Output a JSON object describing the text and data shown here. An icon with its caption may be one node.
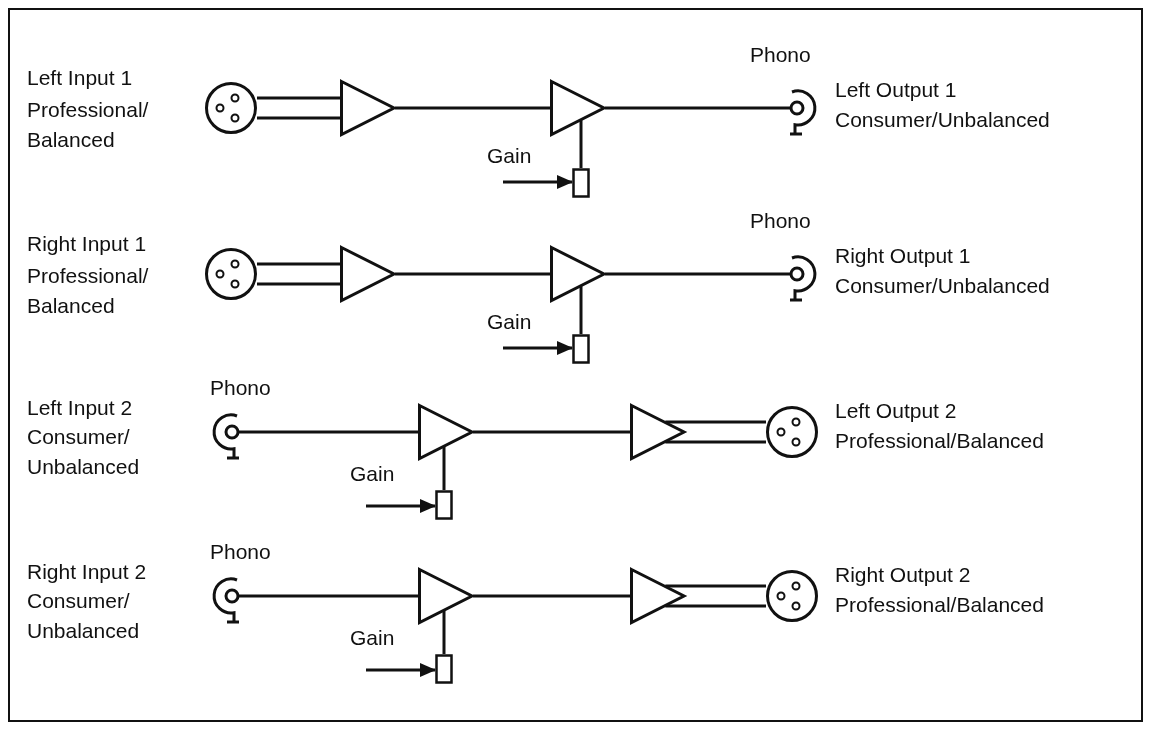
{
  "diagram": {
    "nodes": [
      {
        "text": [],
        "shape": "circle",
        "beside": [
          "Left Input 1",
          "Professional/ Balanced"
        ]
      },
      {
        "text": [],
        "shape": "triangle"
      },
      {
        "text": [],
        "shape": "triangle"
      },
      {
        "text": [],
        "shape": "box"
      },
      {
        "text": [],
        "shape": "jack",
        "beside": [
          "Phono",
          "Left Output 1",
          "Consumer/Unbalanced"
        ]
      },
      {
        "text": [],
        "shape": "circle",
        "beside": [
          "Right Input 1",
          "Professional/ Balanced"
        ]
      },
      {
        "text": [],
        "shape": "triangle"
      },
      {
        "text": [],
        "shape": "triangle"
      },
      {
        "text": [],
        "shape": "box"
      },
      {
        "text": [],
        "shape": "jack",
        "beside": [
          "Phono",
          "Right Output 1",
          "Consumer/Unbalanced"
        ]
      },
      {
        "text": [],
        "shape": "jack",
        "beside": [
          "Phono",
          "Left Input 2",
          "Consumer/ Unbalanced"
        ]
      },
      {
        "text": [],
        "shape": "triangle"
      },
      {
        "text": [],
        "shape": "box"
      },
      {
        "text": [],
        "shape": "triangle"
      },
      {
        "text": [],
        "shape": "circle",
        "beside": [
          "Left Output 2",
          "Professional/Balanced"
        ]
      },
      {
        "text": [],
        "shape": "jack",
        "beside": [
          "Phono",
          "Right Input 2",
          "Consumer/ Unbalanced"
        ]
      },
      {
        "text": [],
        "shape": "triangle"
      },
      {
        "text": [],
        "shape": "box"
      },
      {
        "text": [],
        "shape": "triangle"
      },
      {
        "text": [],
        "shape": "circle",
        "beside": [
          "Right Output 2",
          "Professional/Balanced"
        ]
      }
    ],
    "edges": [
      {
        "from": 0,
        "to": 1,
        "arrow": "none"
      },
      {
        "from": 1,
        "to": 2,
        "arrow": "none"
      },
      {
        "from": 2,
        "to": 4,
        "arrow": "none"
      },
      {
        "from": 3,
        "to": 2,
        "arrow": "none"
      },
      {
        "from": null,
        "to": 3,
        "arrow": "to"
      },
      {
        "from": 5,
        "to": 6,
        "arrow": "none"
      },
      {
        "from": 6,
        "to": 7,
        "arrow": "none"
      },
      {
        "from": 7,
        "to": 9,
        "arrow": "none"
      },
      {
        "from": 8,
        "to": 7,
        "arrow": "none"
      },
      {
        "from": null,
        "to": 8,
        "arrow": "to"
      },
      {
        "from": 10,
        "to": 11,
        "arrow": "none"
      },
      {
        "from": 12,
        "to": 11,
        "arrow": "none"
      },
      {
        "from": null,
        "to": 12,
        "arrow": "to"
      },
      {
        "from": 11,
        "to": 13,
        "arrow": "none"
      },
      {
        "from": 13,
        "to": 14,
        "arrow": "none"
      },
      {
        "from": 15,
        "to": 16,
        "arrow": "none"
      },
      {
        "from": 17,
        "to": 16,
        "arrow": "none"
      },
      {
        "from": null,
        "to": 17,
        "arrow": "to"
      },
      {
        "from": 16,
        "to": 18,
        "arrow": "none"
      },
      {
        "from": 18,
        "to": 19,
        "arrow": "none"
      }
    ],
    "labels": [
      "Gain",
      "Gain",
      "Gain",
      "Gain"
    ]
  }
}
